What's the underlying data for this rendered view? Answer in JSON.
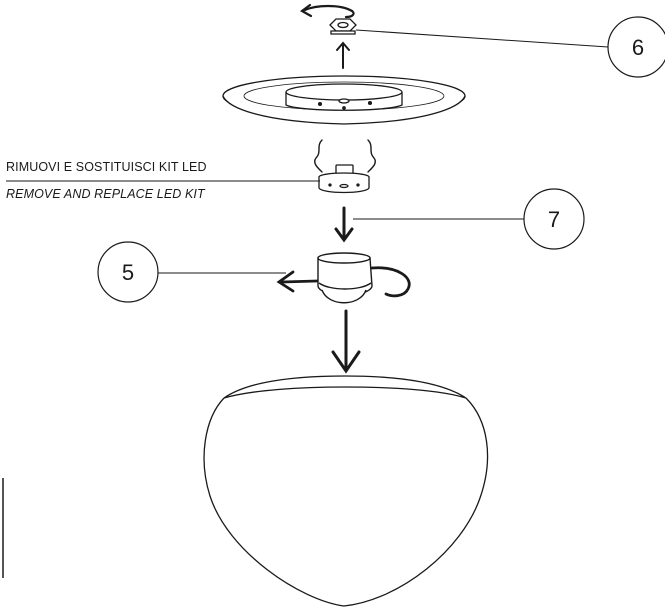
{
  "instruction": {
    "label_it": "RIMUOVI E SOSTITUISCI KIT LED",
    "label_en": "REMOVE AND REPLACE LED KIT"
  },
  "callouts": {
    "c6": "6",
    "c7": "7",
    "c5": "5"
  },
  "colors": {
    "line": "#1a1a1a",
    "background": "#ffffff"
  }
}
